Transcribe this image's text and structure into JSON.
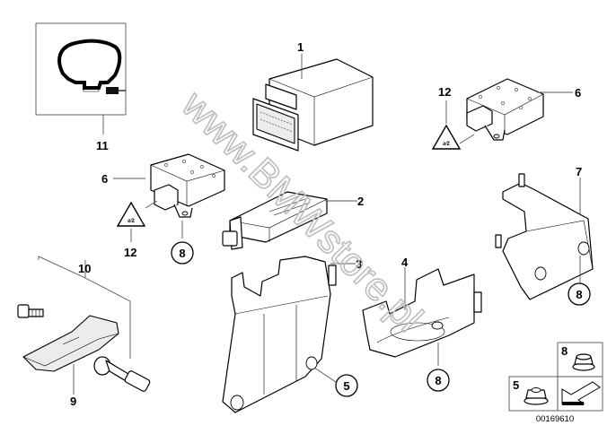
{
  "diagram": {
    "watermark": "www.BMWstore.pl",
    "catalog_code": "00169610",
    "callouts": [
      {
        "id": "1",
        "label": "1",
        "part": "control-unit"
      },
      {
        "id": "2",
        "label": "2",
        "part": "antenna-module"
      },
      {
        "id": "3",
        "label": "3",
        "part": "holder-bracket"
      },
      {
        "id": "4",
        "label": "4",
        "part": "holder-clip"
      },
      {
        "id": "5",
        "label": "5",
        "part": "hex-nut"
      },
      {
        "id": "6a",
        "label": "6",
        "part": "tyre-pressure-trigger-left"
      },
      {
        "id": "6b",
        "label": "6",
        "part": "tyre-pressure-trigger-right"
      },
      {
        "id": "7",
        "label": "7",
        "part": "trigger-bracket"
      },
      {
        "id": "8",
        "label": "8",
        "part": "collar-nut"
      },
      {
        "id": "9",
        "label": "9",
        "part": "wheel-electronics-sensor"
      },
      {
        "id": "10",
        "label": "10",
        "part": "sensor-valve-set"
      },
      {
        "id": "11",
        "label": "11",
        "part": "tyre-cross-section"
      },
      {
        "id": "12a",
        "label": "12",
        "part": "warning-label-left"
      },
      {
        "id": "12b",
        "label": "12",
        "part": "warning-label-right"
      }
    ],
    "circled_refs": {
      "c8_trigger_left": "8",
      "c5_bracket": "5",
      "c8_clip": "8",
      "c8_bracket7": "8"
    },
    "legend": {
      "items": [
        {
          "label": "8",
          "name": "collar nut"
        },
        {
          "label": "5",
          "name": "hex nut"
        }
      ],
      "arrow_icon": "direction-arrow-icon"
    },
    "colors": {
      "line": "#000000",
      "leader": "#555555",
      "watermark": "#bdbdbd",
      "background": "#ffffff"
    }
  }
}
